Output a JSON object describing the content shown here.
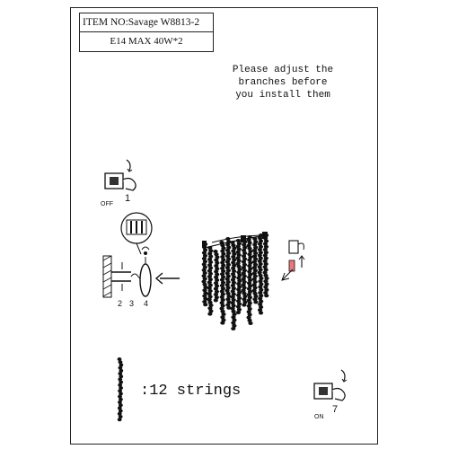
{
  "header": {
    "item_no": "ITEM NO:Savage W8813-2",
    "spec": "E14 MAX 40W*2"
  },
  "instruction_note": {
    "line1": "Please adjust the",
    "line2": "branches before",
    "line3": "you install them"
  },
  "steps": {
    "off_label": "OFF",
    "step1": "1",
    "step2": "2",
    "step3": "3",
    "step4": "4",
    "on_label": "ON",
    "step7": "7"
  },
  "strings_label": ":12 strings"
}
